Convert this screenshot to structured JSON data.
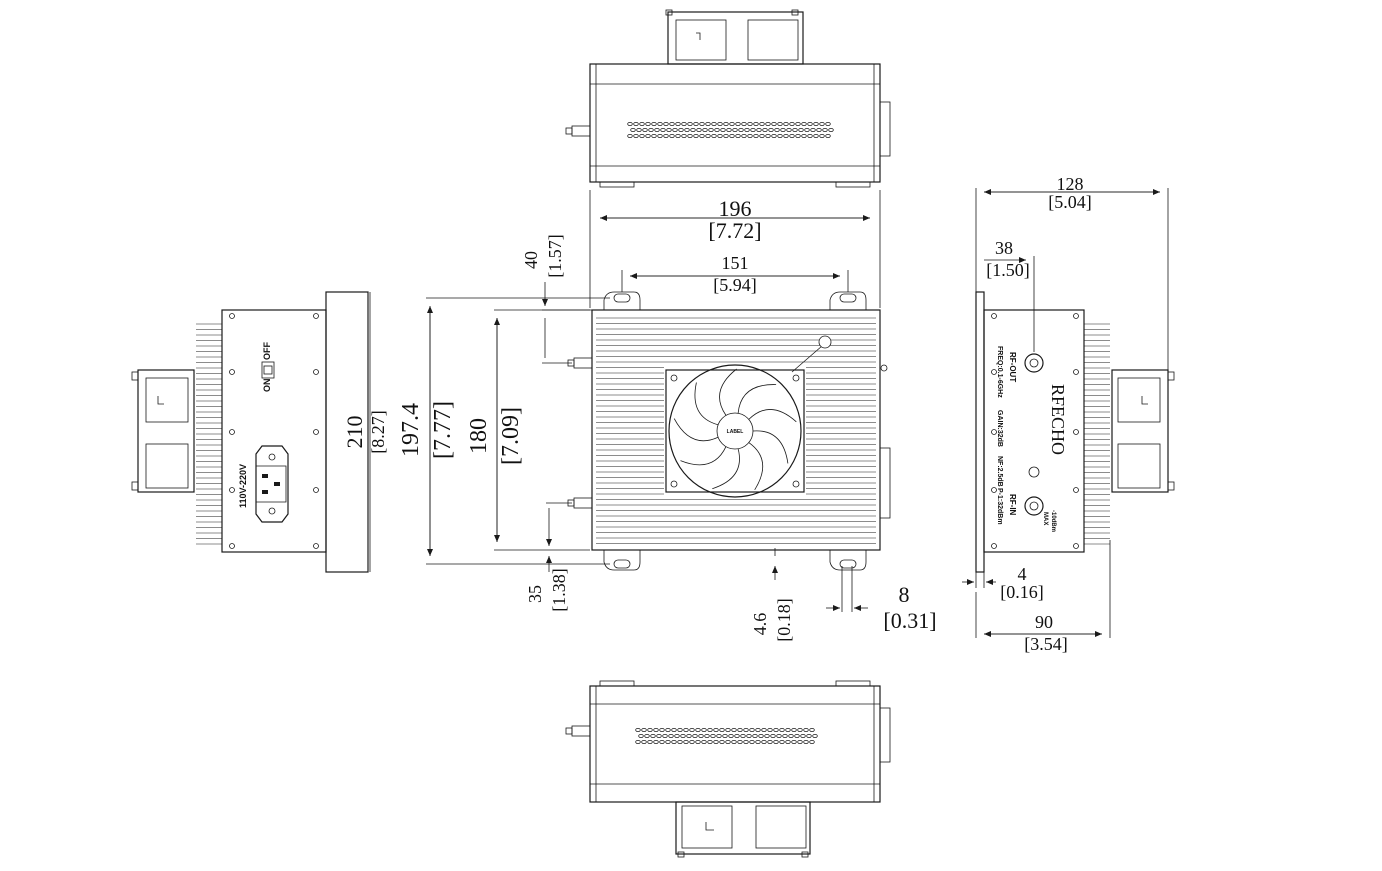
{
  "dimensions": {
    "width_total": {
      "mm": "196",
      "in": "[7.72]"
    },
    "mount_spacing": {
      "mm": "151",
      "in": "[5.94]"
    },
    "top_offset": {
      "mm": "40",
      "in": "[1.57]"
    },
    "height_total": {
      "mm": "197.4",
      "in": "[7.77]"
    },
    "body_height": {
      "mm": "180",
      "in": "[7.09]"
    },
    "side_height": {
      "mm": "210",
      "in": "[8.27]"
    },
    "bottom_offset": {
      "mm": "35",
      "in": "[1.38]"
    },
    "slot_offset": {
      "mm": "4.6",
      "in": "[0.18]"
    },
    "slot_width": {
      "mm": "8",
      "in": "[0.31]"
    },
    "side_depth": {
      "mm": "128",
      "in": "[5.04]"
    },
    "port_offset": {
      "mm": "38",
      "in": "[1.50]"
    },
    "flange": {
      "mm": "4",
      "in": "[0.16]"
    },
    "body_depth": {
      "mm": "90",
      "in": "[3.54]"
    }
  },
  "labels": {
    "fan_label": "LABEL",
    "power_voltage": "110V-220V",
    "switch_on": "ON",
    "switch_off": "OFF",
    "brand": "RFECHO",
    "rf_out": "RF-OUT",
    "freq": "FREQ:0.1-6GHz",
    "gain": "GAIN:32dB",
    "nf": "NF:2.5dB",
    "rf_in": "RF-IN",
    "p1db": "P-1:32dBm",
    "max_in": "-10dBm",
    "max_in2": "MAX"
  },
  "icons": [
    "fan-icon",
    "sma-connector-icon",
    "power-inlet-icon",
    "rocker-switch-icon",
    "mounting-bracket-icon"
  ]
}
